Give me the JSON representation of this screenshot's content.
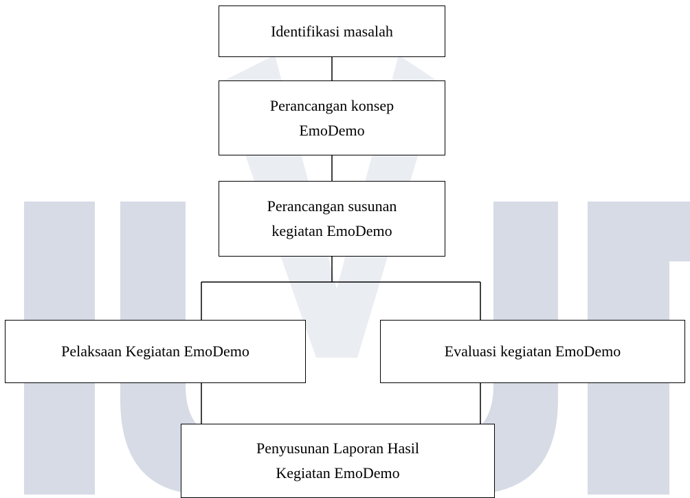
{
  "diagram": {
    "nodes": [
      {
        "id": "identifikasi",
        "label": "Identifikasi masalah"
      },
      {
        "id": "konsep",
        "label": "Perancangan konsep\nEmoDemo"
      },
      {
        "id": "susunan",
        "label": "Perancangan susunan\nkegiatan EmoDemo"
      },
      {
        "id": "pelaksaan",
        "label": "Pelaksaan Kegiatan EmoDemo"
      },
      {
        "id": "evaluasi",
        "label": "Evaluasi kegiatan EmoDemo"
      },
      {
        "id": "laporan",
        "label": "Penyusunan Laporan Hasil\nKegiatan EmoDemo"
      }
    ],
    "edges": [
      {
        "from": "identifikasi",
        "to": "konsep"
      },
      {
        "from": "konsep",
        "to": "susunan"
      },
      {
        "from": "susunan",
        "to": "pelaksaan"
      },
      {
        "from": "susunan",
        "to": "evaluasi"
      },
      {
        "from": "pelaksaan",
        "to": "laporan"
      },
      {
        "from": "evaluasi",
        "to": "laporan"
      }
    ],
    "colors": {
      "box_border": "#000000",
      "box_fill": "#ffffff",
      "text": "#000000",
      "watermark": "#d6dbe6"
    }
  },
  "watermark": {
    "icon": "umn-logo-watermark"
  }
}
